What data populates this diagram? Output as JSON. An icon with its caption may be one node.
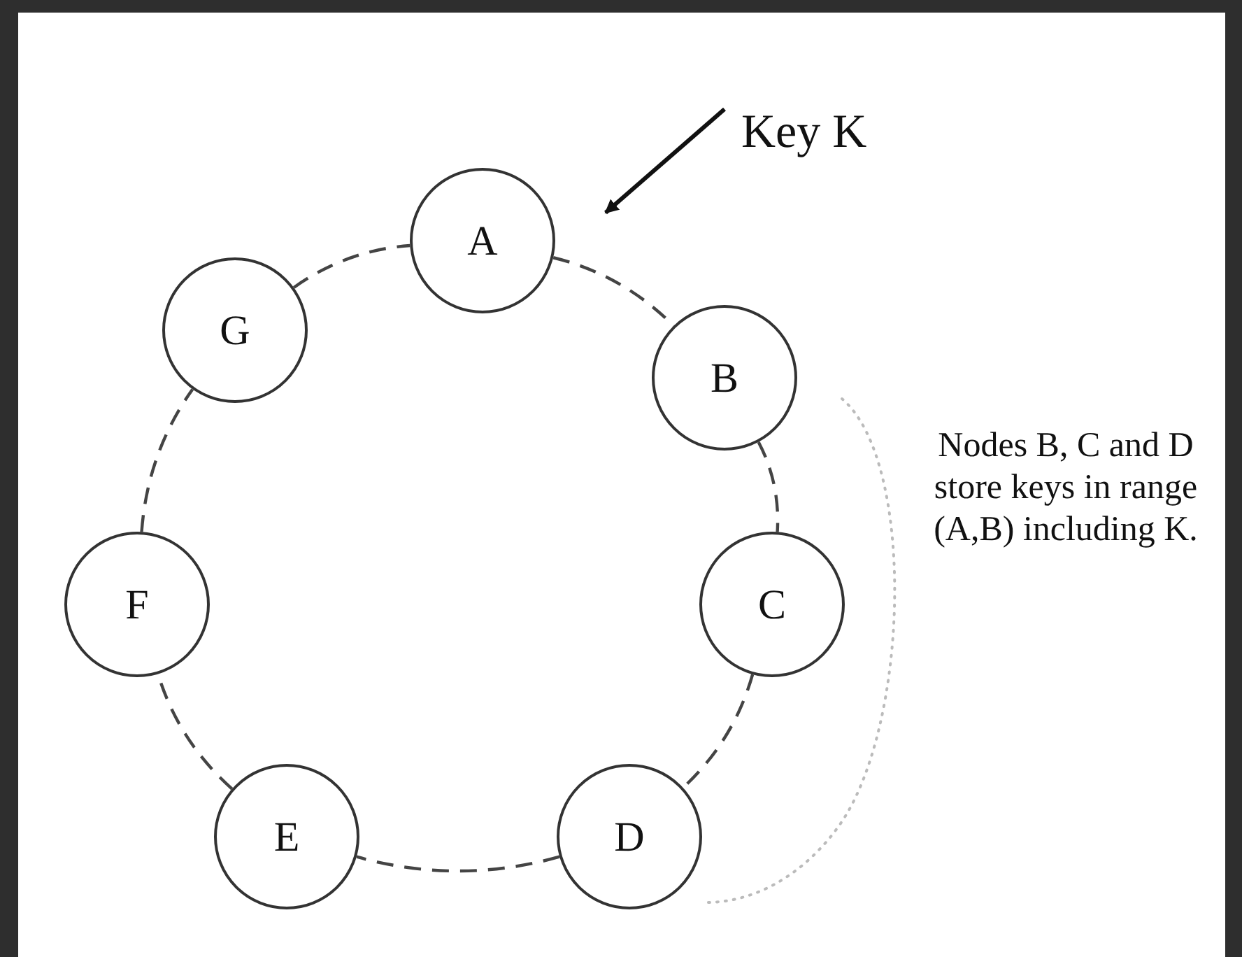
{
  "diagram": {
    "nodes": [
      {
        "text": [
          "A"
        ]
      },
      {
        "text": [
          "B"
        ]
      },
      {
        "text": [
          "C"
        ]
      },
      {
        "text": [
          "D"
        ]
      },
      {
        "text": [
          "E"
        ]
      },
      {
        "text": [
          "F"
        ]
      },
      {
        "text": [
          "G"
        ]
      },
      {
        "text": [
          "Key K"
        ]
      }
    ],
    "edges": [
      {
        "from": 0,
        "to": 1,
        "arrow": "none",
        "style": "dashed"
      },
      {
        "from": 1,
        "to": 2,
        "arrow": "none",
        "style": "dashed"
      },
      {
        "from": 2,
        "to": 3,
        "arrow": "none",
        "style": "dashed"
      },
      {
        "from": 3,
        "to": 4,
        "arrow": "none",
        "style": "dashed"
      },
      {
        "from": 4,
        "to": 5,
        "arrow": "none",
        "style": "dashed"
      },
      {
        "from": 5,
        "to": 6,
        "arrow": "none",
        "style": "dashed"
      },
      {
        "from": 6,
        "to": 0,
        "arrow": "none",
        "style": "dashed"
      },
      {
        "from": 7,
        "to": null,
        "arrow": "to"
      }
    ],
    "labels": [
      "Nodes B, C and D store keys in range (A,B) including K."
    ]
  }
}
